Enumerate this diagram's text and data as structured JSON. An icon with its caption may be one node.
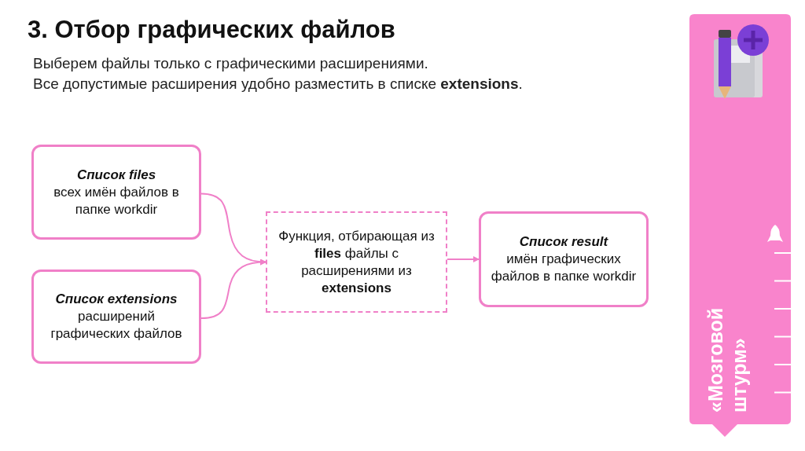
{
  "diagram": {
    "title": "3. Отбор графических файлов",
    "nodes": [
      {
        "text": [
          "Список files",
          "всех имён файлов в папке workdir"
        ]
      },
      {
        "text": [
          "Список extensions",
          "расширений графических файлов"
        ]
      },
      {
        "text": [
          "Функция, отбирающая из **files** файлы с расширениями из **extensions**"
        ]
      },
      {
        "text": [
          "Список result",
          "имён графических файлов в папке workdir"
        ]
      }
    ],
    "edges": [
      {
        "from": 0,
        "to": 2,
        "arrow": "to"
      },
      {
        "from": 1,
        "to": 2,
        "arrow": "to"
      },
      {
        "from": 2,
        "to": 3,
        "arrow": "to"
      }
    ],
    "labels": [
      "Выберем файлы только с графическими расширениями.",
      "Все допустимые расширения удобно разместить в списке **extensions**.",
      "«Мозговой штурм»"
    ]
  }
}
